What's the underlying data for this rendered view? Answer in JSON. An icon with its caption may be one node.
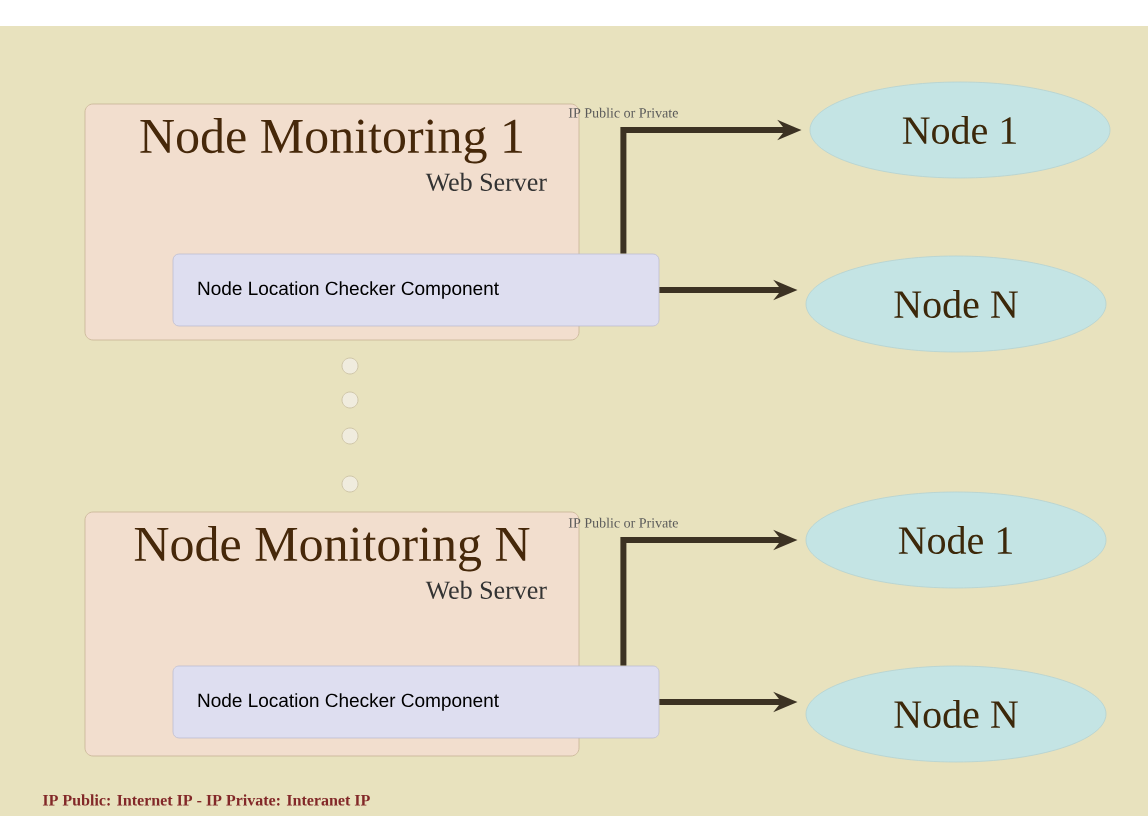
{
  "diagram": {
    "nodes": [
      {
        "text": [
          "Node Monitoring 1",
          "Web Server"
        ]
      },
      {
        "text": [
          "Node Location Checker Component"
        ]
      },
      {
        "text": [
          "Node 1"
        ]
      },
      {
        "text": [
          "Node N"
        ]
      },
      {
        "text": [
          "Node Monitoring N",
          "Web Server"
        ]
      },
      {
        "text": [
          "Node Location Checker Component"
        ]
      },
      {
        "text": [
          "Node 1"
        ]
      },
      {
        "text": [
          "Node N"
        ]
      }
    ],
    "edges": [
      {
        "from": 1,
        "to": 2,
        "arrow": "to",
        "label": "IP Public or Private"
      },
      {
        "from": 1,
        "to": 3,
        "arrow": "to"
      },
      {
        "from": 5,
        "to": 6,
        "arrow": "to",
        "label": "IP Public or Private"
      },
      {
        "from": 5,
        "to": 7,
        "arrow": "to"
      }
    ],
    "labels": [
      "IP Public: Internet IP - IP Private: Interanet IP"
    ]
  }
}
